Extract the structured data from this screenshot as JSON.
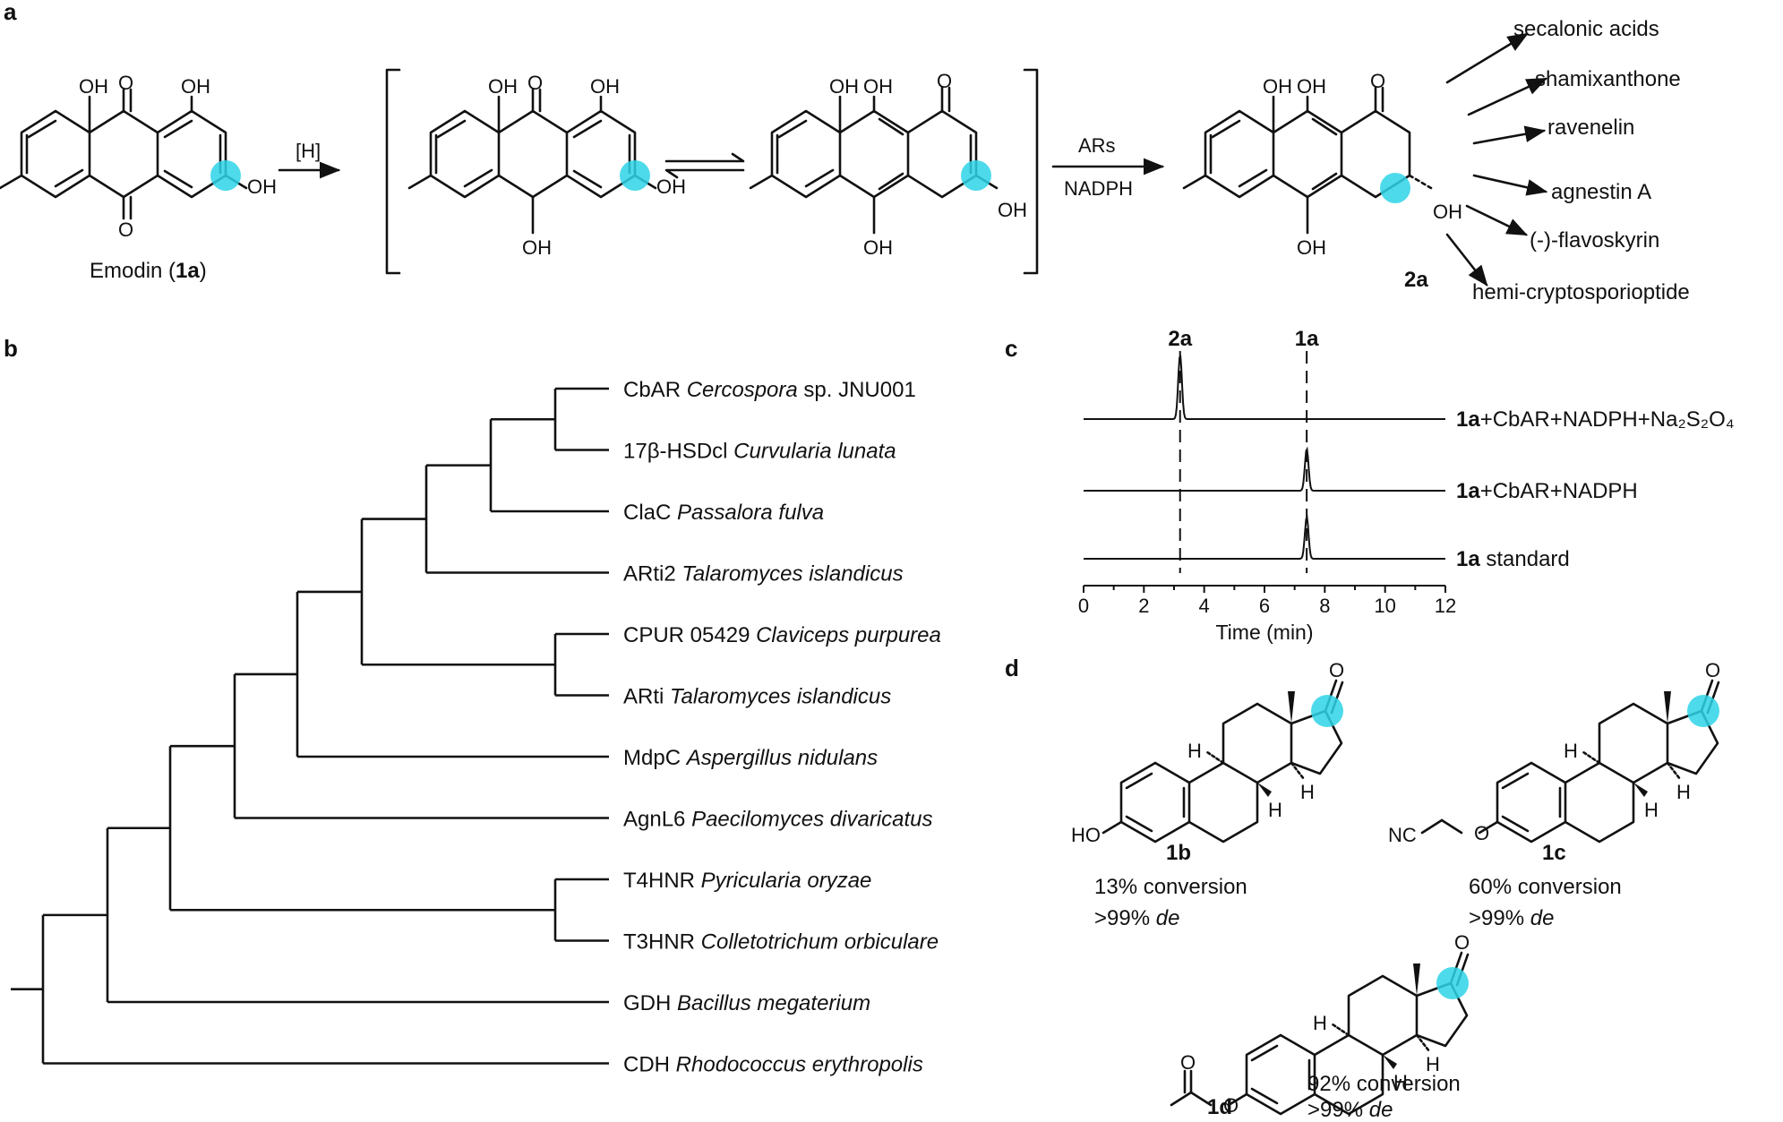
{
  "panels": {
    "a": "a",
    "b": "b",
    "c": "c",
    "d": "d"
  },
  "panel_a": {
    "start_label_pre": "Emodin (",
    "start_label_num": "1a",
    "start_label_post": ")",
    "reduction": "[H]",
    "arrow_top": "ARs",
    "arrow_bottom": "NADPH",
    "product": "2a",
    "oh": "OH",
    "carbonyl": "O",
    "products": [
      "secalonic acids",
      "shamixanthone",
      "ravenelin",
      "agnestin A",
      "(-)-flavoskyrin",
      "hemi-cryptosporioptide"
    ]
  },
  "panel_b": {
    "leaves": [
      {
        "code": "CbAR",
        "genus": "Cercospora",
        "rest": " sp. JNU001",
        "highlight": true
      },
      {
        "code": "17β-HSDcl",
        "genus": "Curvularia lunata",
        "rest": ""
      },
      {
        "code": "ClaC",
        "genus": "Passalora fulva",
        "rest": ""
      },
      {
        "code": "ARti2",
        "genus": "Talaromyces islandicus",
        "rest": ""
      },
      {
        "code": "CPUR 05429",
        "genus": "Claviceps purpurea",
        "rest": ""
      },
      {
        "code": "ARti",
        "genus": "Talaromyces islandicus",
        "rest": ""
      },
      {
        "code": "MdpC",
        "genus": "Aspergillus nidulans",
        "rest": ""
      },
      {
        "code": "AgnL6",
        "genus": "Paecilomyces divaricatus",
        "rest": ""
      },
      {
        "code": "T4HNR",
        "genus": "Pyricularia oryzae",
        "rest": ""
      },
      {
        "code": "T3HNR",
        "genus": "Colletotrichum orbiculare",
        "rest": ""
      },
      {
        "code": "GDH",
        "genus": "Bacillus megaterium",
        "rest": ""
      },
      {
        "code": "CDH",
        "genus": "Rhodococcus erythropolis",
        "rest": ""
      }
    ],
    "highlight_color": "#e8211d"
  },
  "chart_data": {
    "type": "line",
    "xlabel": "Time (min)",
    "xlim": [
      0,
      12
    ],
    "x_ticks": [
      "0",
      "2",
      "4",
      "6",
      "8",
      "10",
      "12"
    ],
    "peak_markers": [
      {
        "label": "2a",
        "x": 3.2
      },
      {
        "label": "1a",
        "x": 7.4
      }
    ],
    "series": [
      {
        "name_bold": "1a",
        "name_rest": "+CbAR+NADPH+Na₂S₂O₄",
        "peaks": [
          {
            "x": 3.2,
            "height": 1.0
          },
          {
            "x": 7.4,
            "height": 0.0
          }
        ]
      },
      {
        "name_bold": "1a",
        "name_rest": "+CbAR+NADPH",
        "peaks": [
          {
            "x": 7.4,
            "height": 0.65
          }
        ]
      },
      {
        "name_bold": "1a",
        "name_rest": " standard",
        "peaks": [
          {
            "x": 7.4,
            "height": 0.65
          }
        ]
      }
    ]
  },
  "panel_d": {
    "compounds": [
      {
        "id": "1b",
        "conversion": "13% conversion",
        "de_prefix": ">99% ",
        "de": "de",
        "substituent": "HO"
      },
      {
        "id": "1c",
        "conversion": "60% conversion",
        "de_prefix": ">99% ",
        "de": "de",
        "substituent": "NC"
      },
      {
        "id": "1d",
        "conversion": "92% conversion",
        "de_prefix": ">99% ",
        "de": "de",
        "substituent": "O"
      }
    ],
    "h": "H",
    "o": "O"
  }
}
